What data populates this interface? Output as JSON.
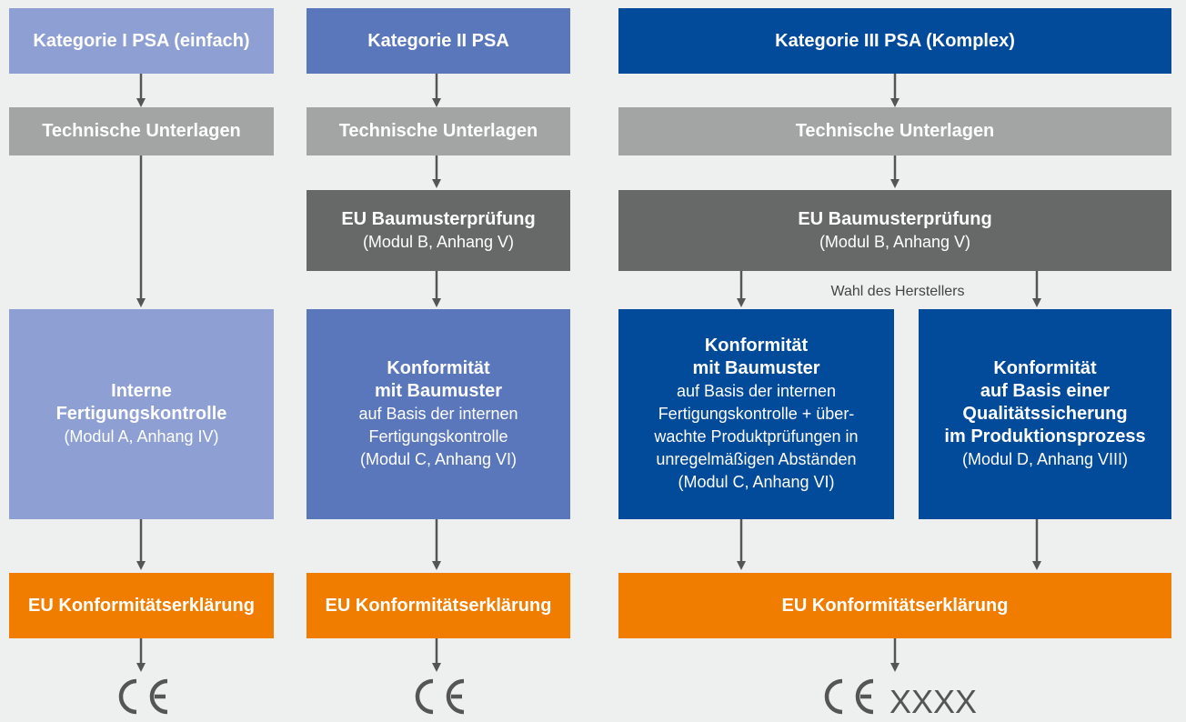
{
  "columns": {
    "k1": {
      "header": "Kategorie I PSA (einfach)",
      "tech_docs": "Technische Unterlagen",
      "control_title_1": "Interne",
      "control_title_2": "Fertigungskontrolle",
      "control_sub": "(Modul A, Anhang IV)",
      "declaration": "EU Konformitätserklärung"
    },
    "k2": {
      "header": "Kategorie II PSA",
      "tech_docs": "Technische Unterlagen",
      "exam_title": "EU Baumusterprüfung",
      "exam_sub": "(Modul B, Anhang V)",
      "conf_title_1": "Konformität",
      "conf_title_2": "mit Baumuster",
      "conf_sub_1": "auf Basis der internen",
      "conf_sub_2": "Fertigungskontrolle",
      "conf_sub_3": "(Modul C, Anhang VI)",
      "declaration": "EU Konformitätserklärung"
    },
    "k3": {
      "header": "Kategorie III PSA (Komplex)",
      "tech_docs": "Technische Unterlagen",
      "exam_title": "EU Baumusterprüfung",
      "exam_sub": "(Modul B, Anhang V)",
      "manufacturer_choice": "Wahl des Herstellers",
      "left_title_1": "Konformität",
      "left_title_2": "mit Baumuster",
      "left_sub_1": "auf Basis der internen",
      "left_sub_2": "Fertigungskontrolle  + über-",
      "left_sub_3": "wachte Produktprüfungen in",
      "left_sub_4": "unregelmäßigen Abständen",
      "left_sub_5": "(Modul C, Anhang VI)",
      "right_title_1": "Konformität",
      "right_title_2": "auf Basis einer",
      "right_title_3": "Qualitätssicherung",
      "right_title_4": "im Produktionsprozess",
      "right_sub": "(Modul D, Anhang VIII)",
      "declaration": "EU Konformitätserklärung",
      "notified_body_number": "XXXX"
    }
  },
  "ce_mark": "CE",
  "colors": {
    "background": "#eef0f0",
    "category_1": "#8e9fd4",
    "category_2": "#5b77bc",
    "category_3": "#024a9a",
    "technical_docs": "#a3a5a5",
    "type_examination": "#676868",
    "declaration": "#f07d00",
    "arrow": "#555555"
  }
}
